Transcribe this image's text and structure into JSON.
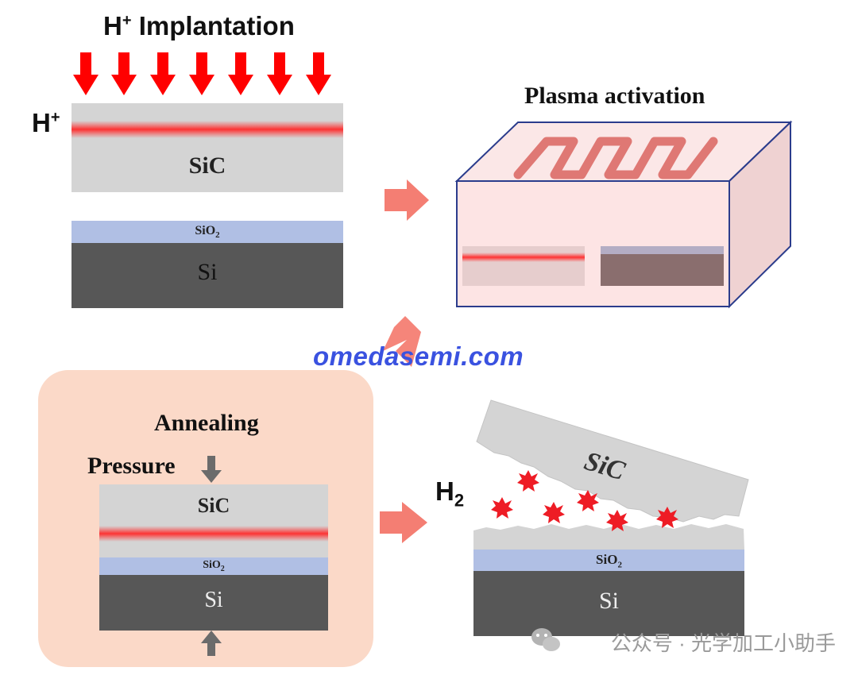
{
  "step1": {
    "title_main": "H",
    "title_sup": "+",
    "title_rest": " Implantation",
    "ion_label_main": "H",
    "ion_label_sup": "+",
    "sic_label": "SiC",
    "sio2_main": "SiO",
    "sio2_sub": "2",
    "si_label": "Si"
  },
  "step2": {
    "title": "Plasma activation"
  },
  "step3": {
    "title": "Annealing",
    "pressure_label": "Pressure",
    "sic_label": "SiC",
    "sio2_main": "SiO",
    "sio2_sub": "2",
    "si_label": "Si"
  },
  "step4": {
    "gas_main": "H",
    "gas_sub": "2",
    "sic_label": "SiC",
    "sio2_main": "SiO",
    "sio2_sub": "2",
    "si_label": "Si"
  },
  "watermark": "omedasemi.com",
  "footer": "公众号 · 光学加工小助手",
  "colors": {
    "implant_arrow": "#ff0000",
    "flow_arrow": "#f47e73",
    "sic_gray": "#d4d4d4",
    "sio2_blue": "#b0bfe4",
    "si_dark": "#575757",
    "implant_line": "#ff3b3b",
    "chamber_fill": "#fde4e4",
    "chamber_edge": "#2b3c8c",
    "anneal_bg": "#fbd9c8",
    "pressure_arrow": "#6b6b6b",
    "spark_red": "#ee1c25",
    "watermark_blue": "#3a52e0"
  },
  "icons": {
    "implant_arrows": "down-arrow-icon",
    "flow_arrows": "block-arrow-icon",
    "pressure_arrows": "pressure-arrow-icon",
    "sparks": "spark-burst-icon",
    "coil": "plasma-coil-icon",
    "footer_logo": "wechat-icon"
  }
}
